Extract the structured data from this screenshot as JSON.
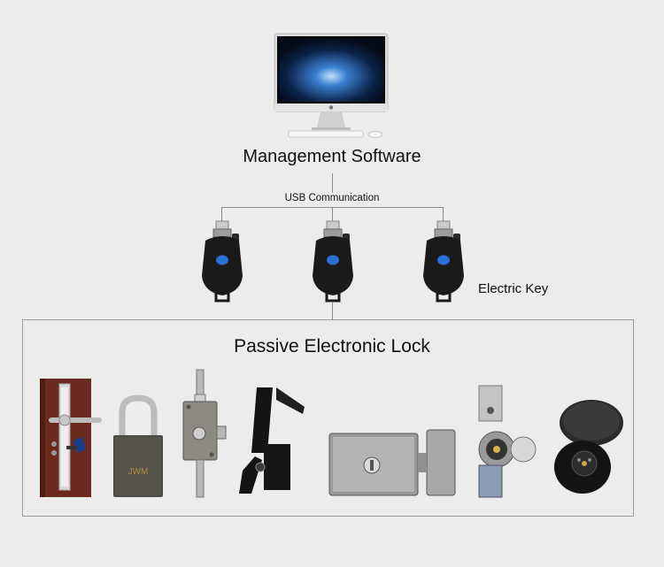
{
  "software": {
    "label": "Management Software"
  },
  "connection": {
    "label": "USB Communication"
  },
  "keys": {
    "label": "Electric Key",
    "count": 3
  },
  "locks": {
    "label": "Passive Electronic Lock",
    "items": [
      {
        "name": "door-lock"
      },
      {
        "name": "padlock",
        "brand_text": "JWM"
      },
      {
        "name": "rim-latch-lock"
      },
      {
        "name": "swing-handle-lock"
      },
      {
        "name": "electric-rim-lock"
      },
      {
        "name": "cam-lock"
      },
      {
        "name": "round-cabinet-lock"
      }
    ]
  },
  "colors": {
    "accent": "#2a6fd6",
    "key_body": "#1a1a1a",
    "line": "#8a8a8a"
  }
}
